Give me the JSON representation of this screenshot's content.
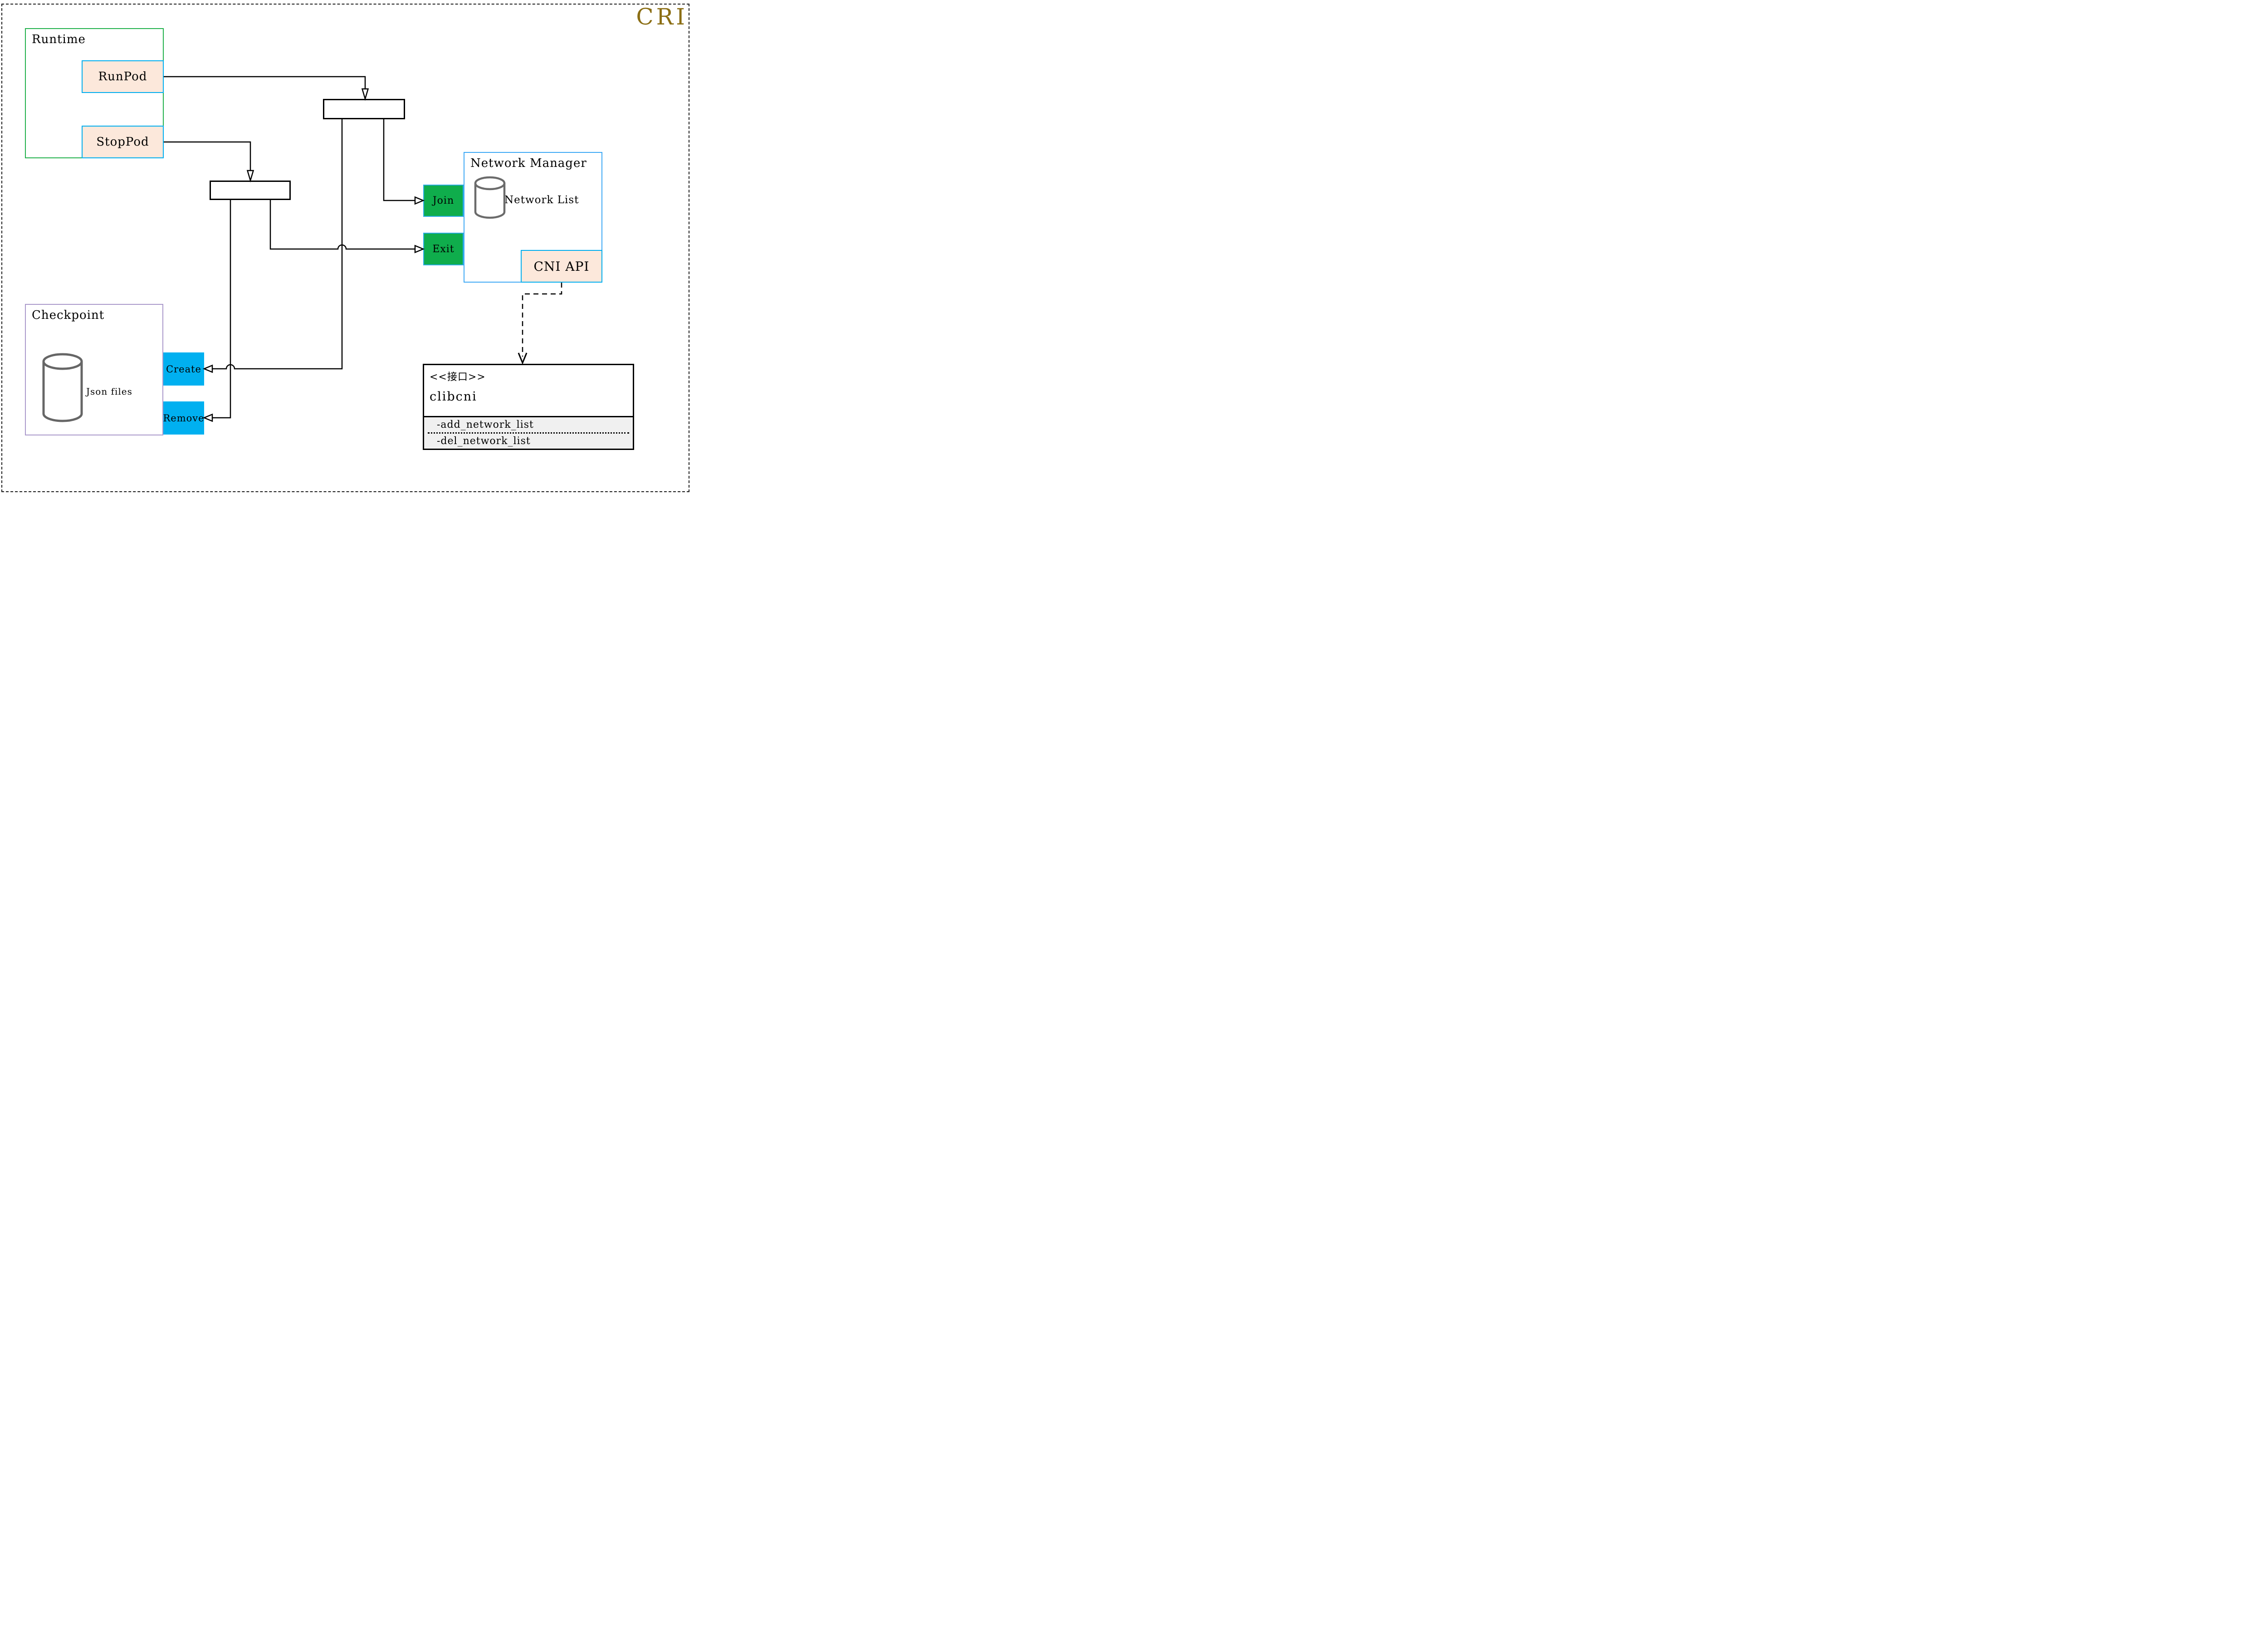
{
  "page": {
    "badge": "CRI"
  },
  "runtime": {
    "label": "Runtime",
    "buttons": [
      {
        "label": "RunPod"
      },
      {
        "label": "StopPod"
      }
    ]
  },
  "network_manager": {
    "label": "Network Manager",
    "datastore_label": "Network List",
    "actions": [
      {
        "label": "Join"
      },
      {
        "label": "Exit"
      }
    ],
    "api_label": "CNI API"
  },
  "checkpoint": {
    "label": "Checkpoint",
    "datastore_label": "Json files",
    "actions": [
      {
        "label": "Create"
      },
      {
        "label": "Remove"
      }
    ]
  },
  "interface_class": {
    "stereotype": "<<接口>>",
    "name": "clibcni",
    "methods": [
      "-add_network_list",
      "-del_network_list"
    ]
  },
  "colors": {
    "badge": "#8B6E14",
    "runtime_border": "#22B14C",
    "network_manager_border": "#3FA9F5",
    "checkpoint_border": "#AB9ACB",
    "peach_fill": "#FCE8DB",
    "peach_border": "#00AEEF",
    "green_fill": "#0FAD4C",
    "blue_fill": "#00B0F0",
    "interface_attrs_fill": "#F0F0F0",
    "cylinder_stroke": "#6B6B6B",
    "connector": "#000000"
  }
}
